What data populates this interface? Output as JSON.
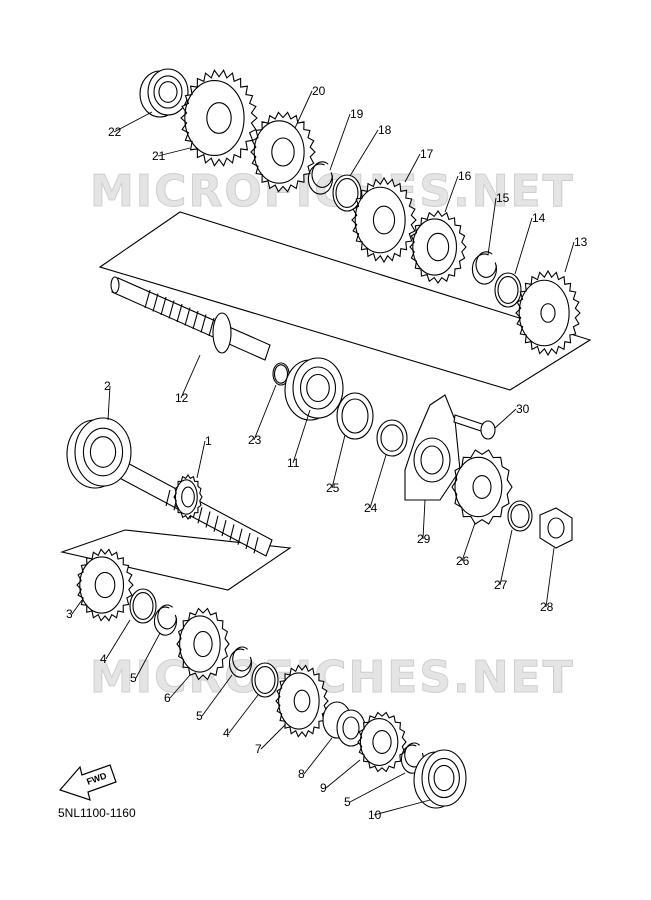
{
  "watermarks": [
    "MICROFICHES.NET",
    "MICROFICHES.NET"
  ],
  "diagram_code": "5NL1100-1160",
  "fwd_label": "FWD",
  "labels": {
    "p1": "1",
    "p2": "2",
    "p3": "3",
    "p4a": "4",
    "p4b": "4",
    "p5a": "5",
    "p5b": "5",
    "p5c": "5",
    "p6": "6",
    "p7": "7",
    "p8": "8",
    "p9": "9",
    "p10": "10",
    "p11": "11",
    "p12": "12",
    "p13": "13",
    "p14": "14",
    "p15": "15",
    "p16": "16",
    "p17": "17",
    "p18": "18",
    "p19": "19",
    "p20": "20",
    "p21": "21",
    "p22": "22",
    "p23": "23",
    "p24": "24",
    "p25": "25",
    "p26": "26",
    "p27": "27",
    "p28": "28",
    "p29": "29",
    "p30": "30"
  },
  "colors": {
    "line": "#000000",
    "watermark": "#e4e4e4"
  }
}
